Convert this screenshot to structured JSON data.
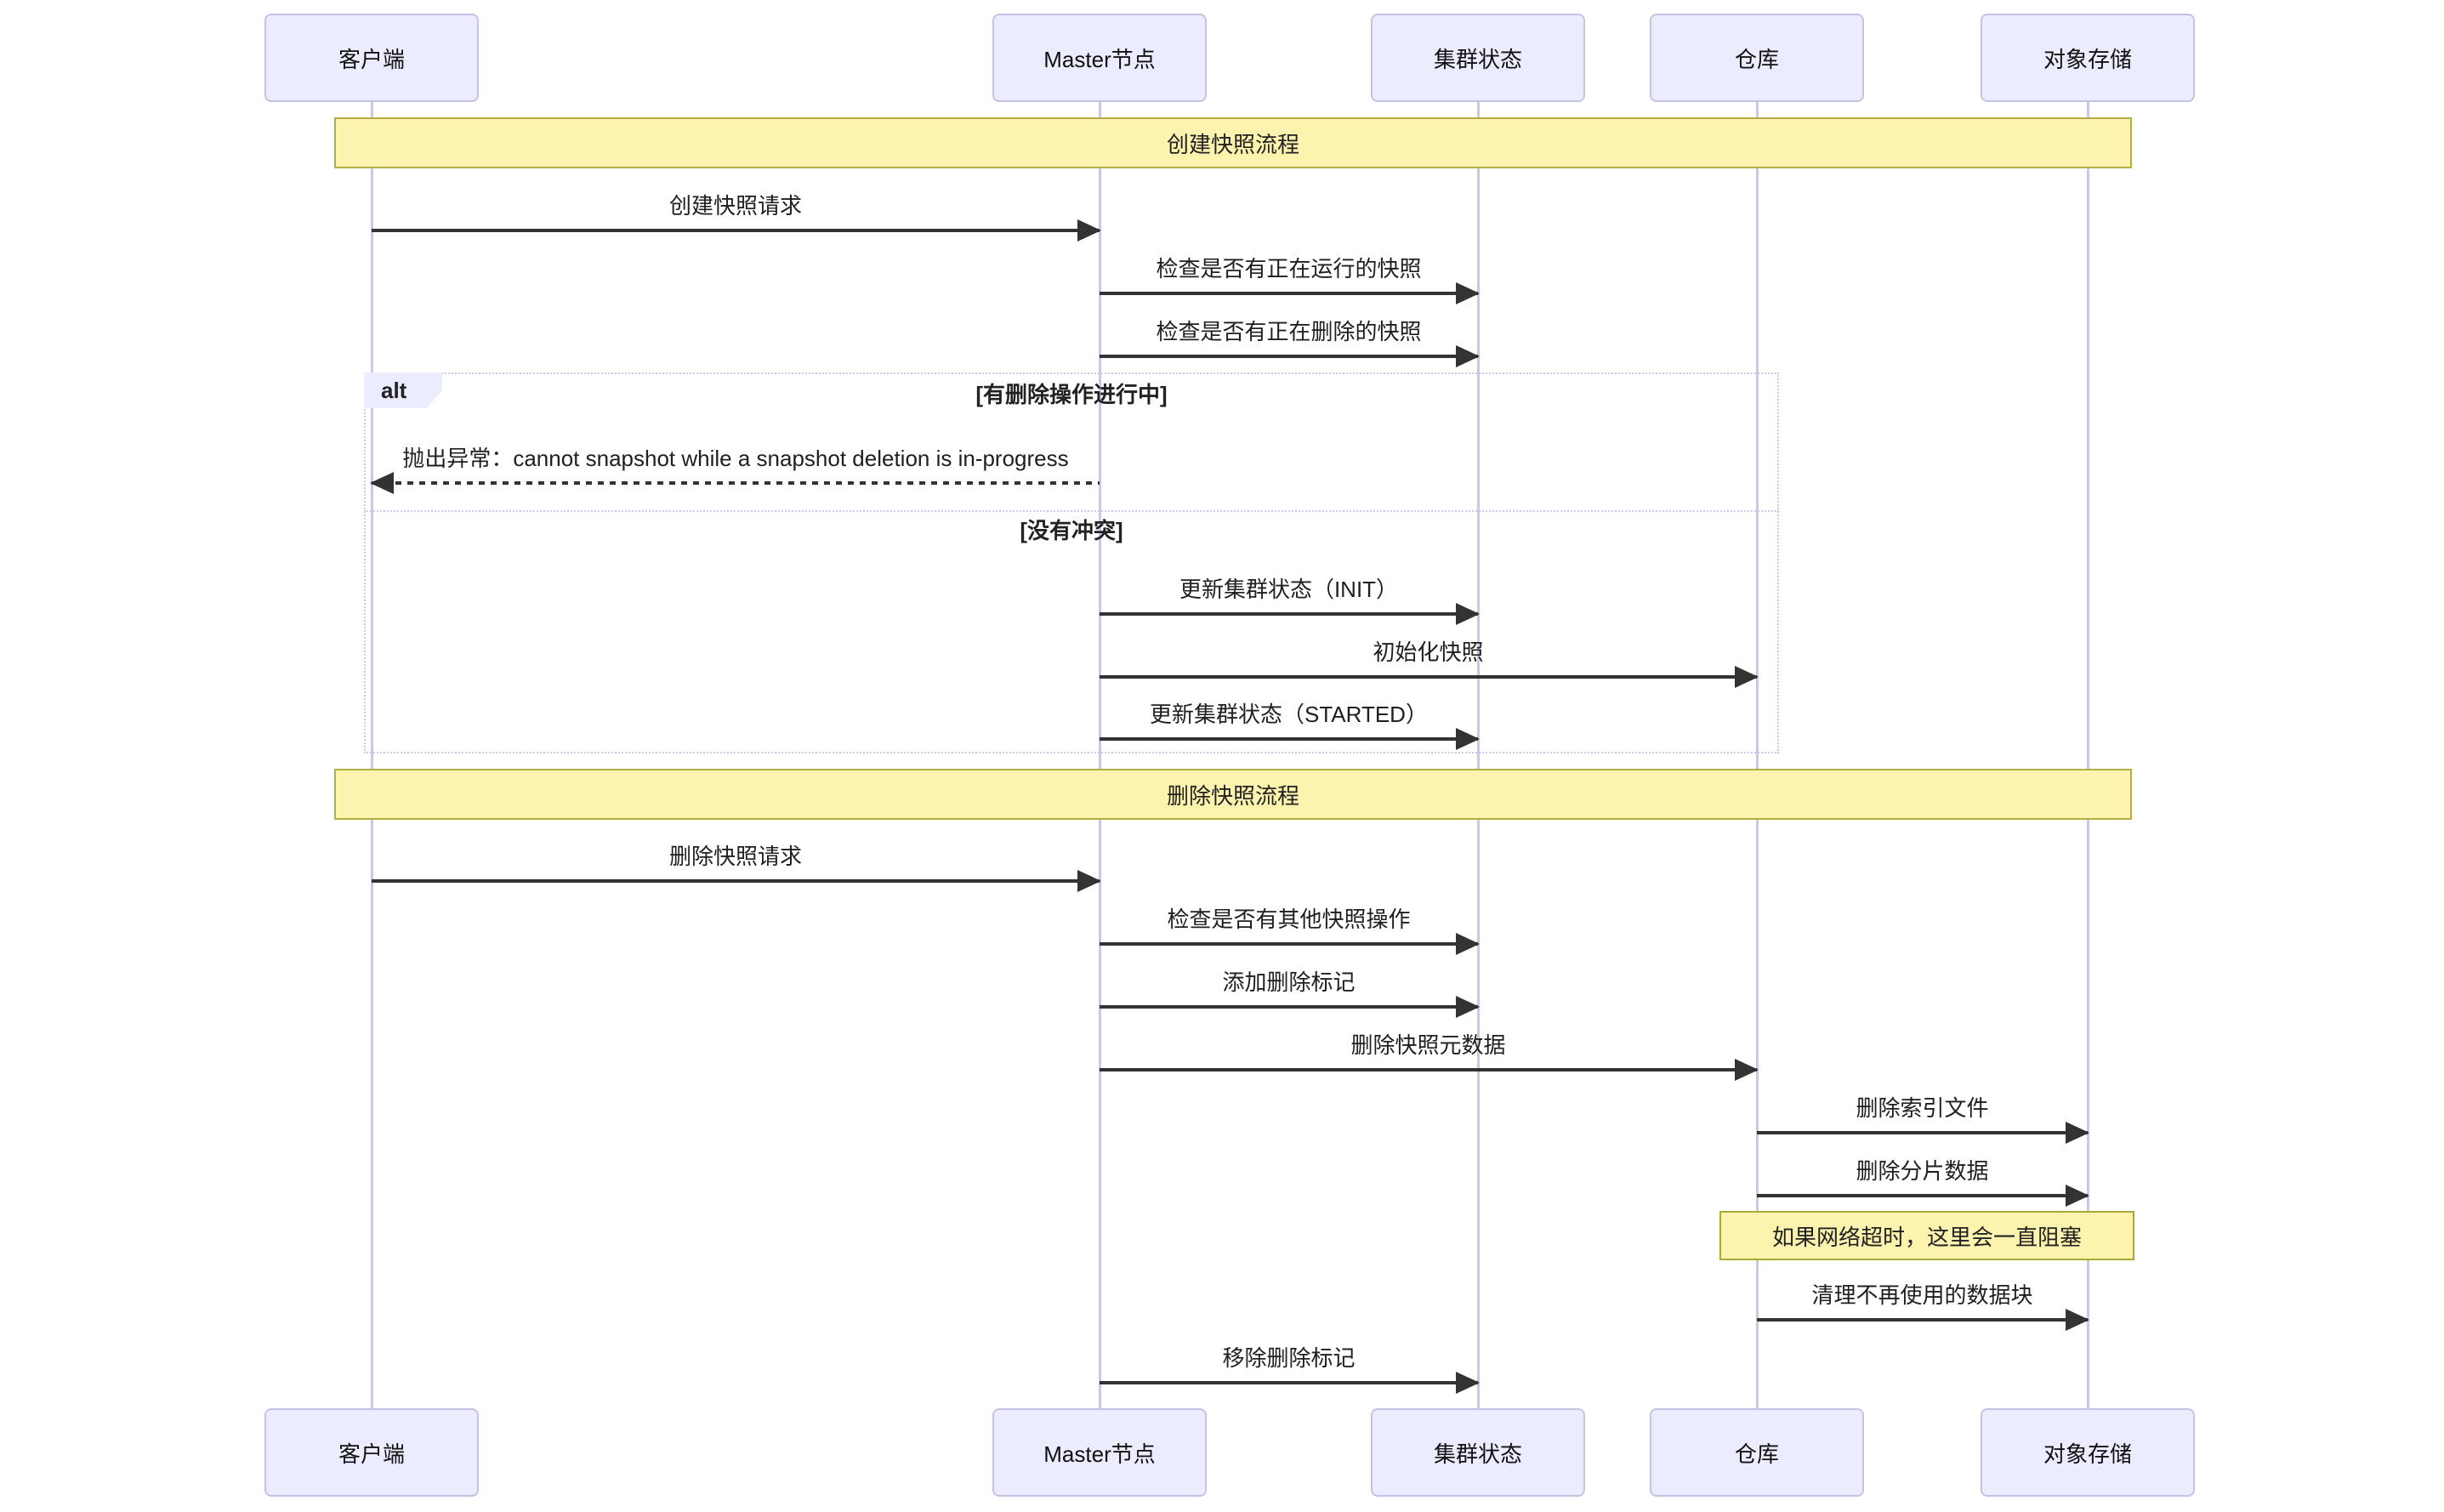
{
  "participants": [
    {
      "label": "客户端"
    },
    {
      "label": "Master节点"
    },
    {
      "label": "集群状态"
    },
    {
      "label": "仓库"
    },
    {
      "label": "对象存储"
    }
  ],
  "sections": [
    {
      "label": "创建快照流程"
    },
    {
      "label": "删除快照流程"
    }
  ],
  "alt": {
    "keyword": "alt",
    "branches": [
      {
        "condition": "[有删除操作进行中]"
      },
      {
        "condition": "[没有冲突]"
      }
    ]
  },
  "messages": [
    {
      "from": "客户端",
      "to": "Master节点",
      "type": "solid",
      "label": "创建快照请求"
    },
    {
      "from": "Master节点",
      "to": "集群状态",
      "type": "solid",
      "label": "检查是否有正在运行的快照"
    },
    {
      "from": "Master节点",
      "to": "集群状态",
      "type": "solid",
      "label": "检查是否有正在删除的快照"
    },
    {
      "from": "Master节点",
      "to": "客户端",
      "type": "dashed",
      "label": "抛出异常：cannot snapshot while a snapshot deletion is in-progress"
    },
    {
      "from": "Master节点",
      "to": "集群状态",
      "type": "solid",
      "label": "更新集群状态（INIT）"
    },
    {
      "from": "Master节点",
      "to": "仓库",
      "type": "solid",
      "label": "初始化快照"
    },
    {
      "from": "Master节点",
      "to": "集群状态",
      "type": "solid",
      "label": "更新集群状态（STARTED）"
    },
    {
      "from": "客户端",
      "to": "Master节点",
      "type": "solid",
      "label": "删除快照请求"
    },
    {
      "from": "Master节点",
      "to": "集群状态",
      "type": "solid",
      "label": "检查是否有其他快照操作"
    },
    {
      "from": "Master节点",
      "to": "集群状态",
      "type": "solid",
      "label": "添加删除标记"
    },
    {
      "from": "Master节点",
      "to": "仓库",
      "type": "solid",
      "label": "删除快照元数据"
    },
    {
      "from": "仓库",
      "to": "对象存储",
      "type": "solid",
      "label": "删除索引文件"
    },
    {
      "from": "仓库",
      "to": "对象存储",
      "type": "solid",
      "label": "删除分片数据"
    },
    {
      "from": "仓库",
      "to": "对象存储",
      "type": "solid",
      "label": "清理不再使用的数据块"
    },
    {
      "from": "Master节点",
      "to": "集群状态",
      "type": "solid",
      "label": "移除删除标记"
    }
  ],
  "note": {
    "over": "仓库,对象存储",
    "text": "如果网络超时，这里会一直阻塞"
  },
  "colors": {
    "actor_fill": "#ECECFF",
    "actor_border": "#C6C2E4",
    "lifeline": "#CBC7E9",
    "banner_fill": "#FBF3AE",
    "banner_border": "#B3AE45",
    "note_fill": "#FBF3AE",
    "note_border": "#AAAA33",
    "frame_border": "#C8C8F0",
    "arrow": "#333333"
  }
}
